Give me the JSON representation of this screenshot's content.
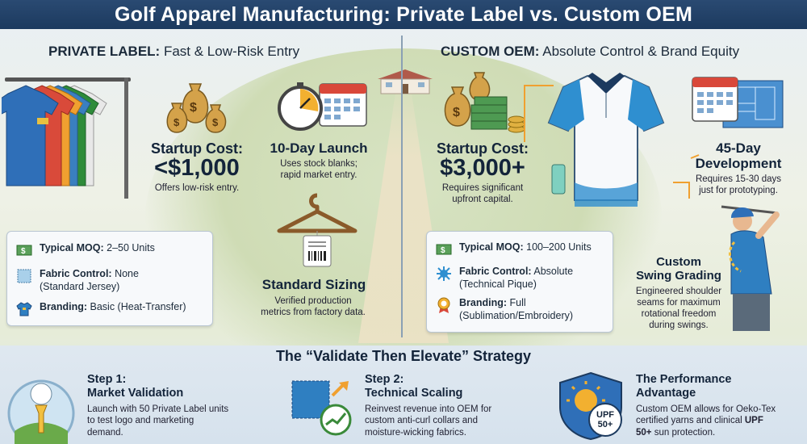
{
  "title": "Golf Apparel Manufacturing: Private Label vs. Custom OEM",
  "private_label": {
    "heading_bold": "PRIVATE LABEL:",
    "heading_rest": "Fast & Low-Risk Entry",
    "startup_label": "Startup Cost:",
    "startup_value": "<$1,000",
    "startup_desc": "Offers low-risk entry.",
    "launch_title": "10-Day Launch",
    "launch_desc_1": "Uses stock blanks;",
    "launch_desc_2": "rapid market entry.",
    "sizing_title": "Standard Sizing",
    "sizing_desc_1": "Verified production",
    "sizing_desc_2": "metrics from factory data.",
    "specs": [
      {
        "label": "Typical MOQ:",
        "value": "2–50 Units",
        "value2": "",
        "icon": "money-icon"
      },
      {
        "label": "Fabric Control:",
        "value": "None",
        "value2": "(Standard Jersey)",
        "icon": "fabric-swatch-icon"
      },
      {
        "label": "Branding:",
        "value": "Basic (Heat-Transfer)",
        "value2": "",
        "icon": "shirt-icon"
      }
    ]
  },
  "custom_oem": {
    "heading_bold": "CUSTOM OEM:",
    "heading_rest": "Absolute Control & Brand Equity",
    "startup_label": "Startup Cost:",
    "startup_value": "$3,000+",
    "startup_desc_1": "Requires significant",
    "startup_desc_2": "upfront capital.",
    "dev_title_1": "45-Day",
    "dev_title_2": "Development",
    "dev_desc_1": "Requires 15-30 days",
    "dev_desc_2": "just for prototyping.",
    "grading_title_1": "Custom",
    "grading_title_2": "Swing Grading",
    "grading_desc_1": "Engineered shoulder",
    "grading_desc_2": "seams for maximum",
    "grading_desc_3": "rotational freedom",
    "grading_desc_4": "during swings.",
    "specs": [
      {
        "label": "Typical MOQ:",
        "value": "100–200 Units",
        "value2": "",
        "icon": "money-icon"
      },
      {
        "label": "Fabric Control:",
        "value": "Absolute",
        "value2": "(Technical Pique)",
        "icon": "fabric-star-icon"
      },
      {
        "label": "Branding:",
        "value": "Full",
        "value2": "(Sublimation/Embroidery)",
        "icon": "award-badge-icon"
      }
    ]
  },
  "strategy": {
    "title": "The “Validate Then Elevate” Strategy",
    "steps": [
      {
        "title_1": "Step 1:",
        "title_2": "Market Validation",
        "desc_1": "Launch with 50 Private Label units",
        "desc_2": "to test logo and marketing",
        "desc_3": "demand."
      },
      {
        "title_1": "Step 2:",
        "title_2": "Technical Scaling",
        "desc_1": "Reinvest revenue into OEM for",
        "desc_2": "custom anti-curl collars and",
        "desc_3": "moisture-wicking fabrics."
      },
      {
        "title_1": "The Performance",
        "title_2": "Advantage",
        "desc_1": "Custom OEM allows for Oeko-Tex",
        "desc_2": "certified yarns and clinical",
        "desc_bold": "UPF",
        "desc_3": "50+",
        "desc_4": "sun protection."
      }
    ],
    "upf_badge": "UPF 50+"
  },
  "colors": {
    "navy": "#1c3a5f",
    "blue": "#2f7fc1",
    "gold": "#d9a441",
    "green": "#4a9a4a"
  }
}
